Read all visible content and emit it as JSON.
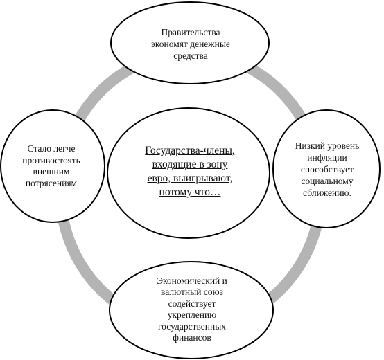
{
  "diagram": {
    "center": "Государства-члены,\nвходящие в зону\nевро, выигрывают,\nпотому что…",
    "nodes": {
      "top": "Правительства\nэкономят денежные\nсредства",
      "right": "Низкий уровень\nинфляции\nспособствует\nсоциальному\nсближению.",
      "bottom": "Экономический и\nвалютный союз\nсодействует\nукреплению\nгосударственных\nфинансов",
      "left": "Стало легче\nпротивостоять\nвнешним\nпотрясениям"
    },
    "colors": {
      "ring": "#b4b4b4",
      "outline": "#000000",
      "fill": "#ffffff",
      "text": "#111111"
    }
  }
}
